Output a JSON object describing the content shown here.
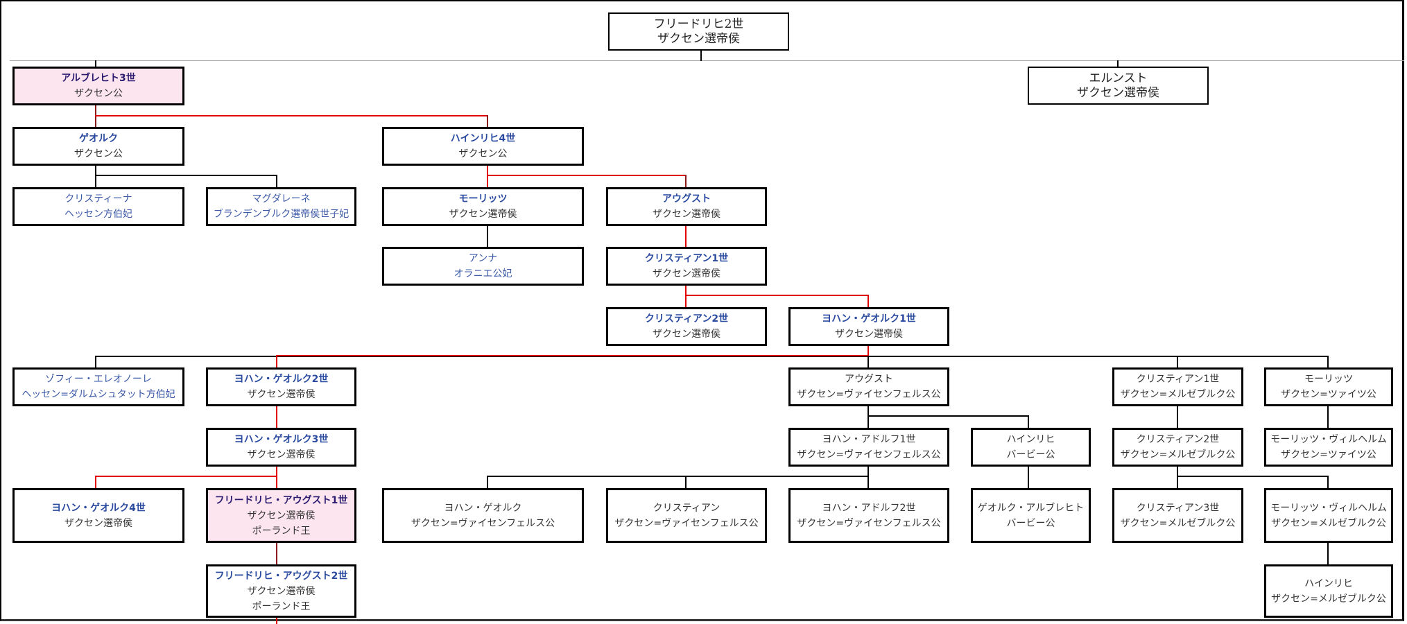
{
  "colors": {
    "succession_line": "#e00000",
    "family_line": "#000000",
    "highlight_fill": "#fde5ef",
    "ruler_name": "#2a4aa0",
    "spouse_text": "#3c5aa8"
  },
  "top": {
    "friedrich2": {
      "name": "フリードリヒ2世",
      "title": "ザクセン選帝侯"
    },
    "ernst": {
      "name": "エルンスト",
      "title": "ザクセン選帝侯"
    }
  },
  "nodes": {
    "albrecht3": {
      "name": "アルブレヒト3世",
      "title": "ザクセン公"
    },
    "georg": {
      "name": "ゲオルク",
      "title": "ザクセン公"
    },
    "heinrich4": {
      "name": "ハインリヒ4世",
      "title": "ザクセン公"
    },
    "christina": {
      "name": "クリスティーナ",
      "title": "ヘッセン方伯妃"
    },
    "magdalene": {
      "name": "マグダレーネ",
      "title": "ブランデンブルク選帝侯世子妃"
    },
    "moritz": {
      "name": "モーリッツ",
      "title": "ザクセン選帝侯"
    },
    "august": {
      "name": "アウグスト",
      "title": "ザクセン選帝侯"
    },
    "anna": {
      "name": "アンナ",
      "title": "オラニエ公妃"
    },
    "christian1": {
      "name": "クリスティアン1世",
      "title": "ザクセン選帝侯"
    },
    "christian2": {
      "name": "クリスティアン2世",
      "title": "ザクセン選帝侯"
    },
    "johann_georg1": {
      "name": "ヨハン・ゲオルク1世",
      "title": "ザクセン選帝侯"
    },
    "sophie_eleonore": {
      "name": "ゾフィー・エレオノーレ",
      "title": "ヘッセン=ダルムシュタット方伯妃"
    },
    "johann_georg2": {
      "name": "ヨハン・ゲオルク2世",
      "title": "ザクセン選帝侯"
    },
    "august_weissenfels": {
      "name": "アウグスト",
      "title": "ザクセン=ヴァイセンフェルス公"
    },
    "christian1_merseburg": {
      "name": "クリスティアン1世",
      "title": "ザクセン=メルゼブルク公"
    },
    "moritz_zeitz": {
      "name": "モーリッツ",
      "title": "ザクセン=ツァイツ公"
    },
    "johann_georg3": {
      "name": "ヨハン・ゲオルク3世",
      "title": "ザクセン選帝侯"
    },
    "johann_adolf1": {
      "name": "ヨハン・アドルフ1世",
      "title": "ザクセン=ヴァイセンフェルス公"
    },
    "heinrich_barby": {
      "name": "ハインリヒ",
      "title": "バービー公"
    },
    "christian2_merseburg": {
      "name": "クリスティアン2世",
      "title": "ザクセン=メルゼブルク公"
    },
    "moritz_wilhelm_zeitz": {
      "name": "モーリッツ・ヴィルヘルム",
      "title": "ザクセン=ツァイツ公"
    },
    "johann_georg4": {
      "name": "ヨハン・ゲオルク4世",
      "title": "ザクセン選帝侯"
    },
    "friedrich_august1": {
      "name": "フリードリヒ・アウグスト1世",
      "title": "ザクセン選帝侯",
      "title2": "ポーランド王"
    },
    "johann_georg_weissenfels": {
      "name": "ヨハン・ゲオルク",
      "title": "ザクセン=ヴァイセンフェルス公"
    },
    "christian_weissenfels": {
      "name": "クリスティアン",
      "title": "ザクセン=ヴァイセンフェルス公"
    },
    "johann_adolf2": {
      "name": "ヨハン・アドルフ2世",
      "title": "ザクセン=ヴァイセンフェルス公"
    },
    "georg_albrecht_barby": {
      "name": "ゲオルク・アルブレヒト",
      "title": "バービー公"
    },
    "christian3_merseburg": {
      "name": "クリスティアン3世",
      "title": "ザクセン=メルゼブルク公"
    },
    "moritz_wilhelm_merseburg": {
      "name": "モーリッツ・ヴィルヘルム",
      "title": "ザクセン=メルゼブルク公"
    },
    "friedrich_august2": {
      "name": "フリードリヒ・アウグスト2世",
      "title": "ザクセン選帝侯",
      "title2": "ポーランド王"
    },
    "heinrich_merseburg": {
      "name": "ハインリヒ",
      "title": "ザクセン=メルゼブルク公"
    }
  }
}
